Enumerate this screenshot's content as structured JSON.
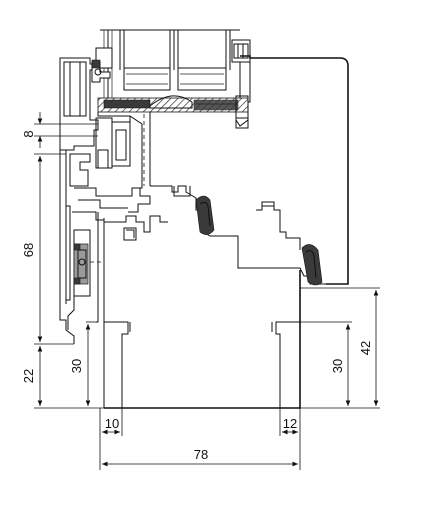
{
  "dimensions": {
    "d8": "8",
    "d68": "68",
    "d22": "22",
    "d30_left": "30",
    "d30_right": "30",
    "d42": "42",
    "d10": "10",
    "d12": "12",
    "d78": "78"
  }
}
